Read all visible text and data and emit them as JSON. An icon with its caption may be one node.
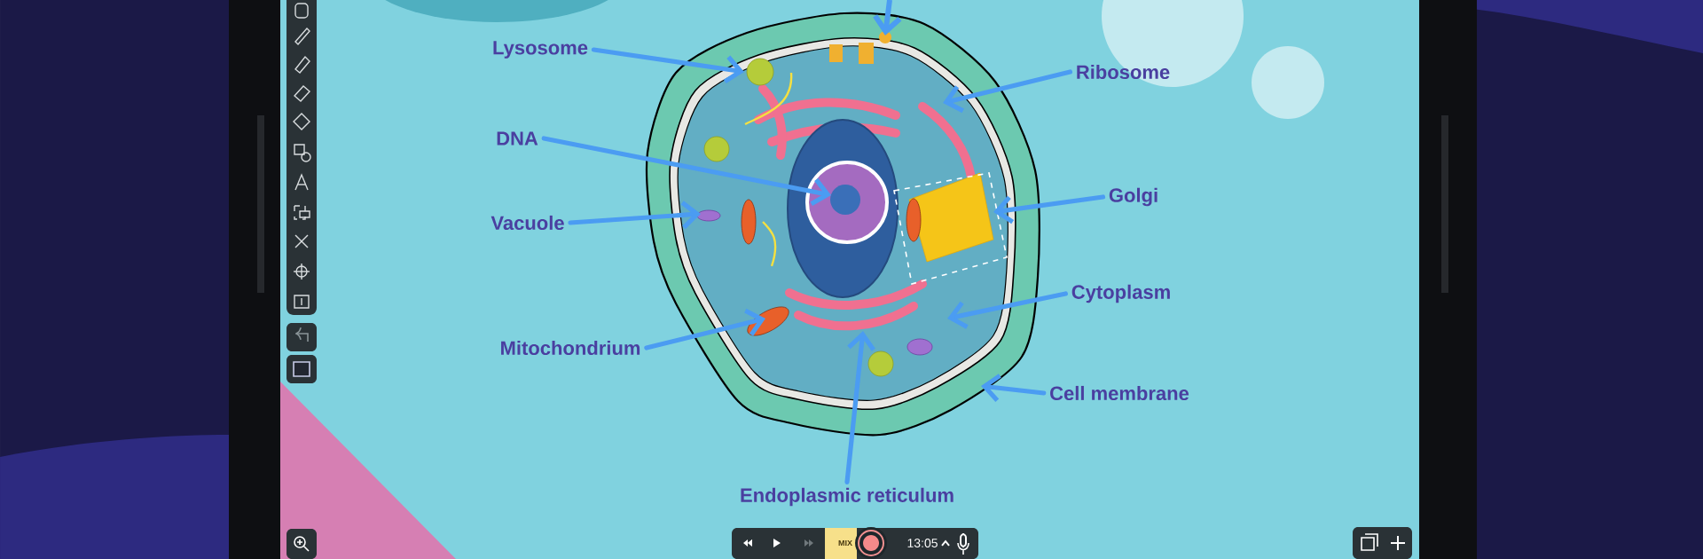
{
  "diagram": {
    "nodes": [
      {
        "text": [
          "Lysosome"
        ]
      },
      {
        "text": [
          "Ribosome"
        ]
      },
      {
        "text": [
          "DNA"
        ]
      },
      {
        "text": [
          "Golgi"
        ]
      },
      {
        "text": [
          "Vacuole"
        ]
      },
      {
        "text": [
          "Cytoplasm"
        ]
      },
      {
        "text": [
          "Mitochondrium"
        ]
      },
      {
        "text": [
          "Cell membrane"
        ]
      },
      {
        "text": [
          "Endoplasmic reticulum"
        ]
      }
    ],
    "edges": [
      {
        "from": 0,
        "to": null,
        "arrow": "to"
      },
      {
        "from": 1,
        "to": null,
        "arrow": "to"
      },
      {
        "from": 2,
        "to": null,
        "arrow": "to"
      },
      {
        "from": 3,
        "to": null,
        "arrow": "to"
      },
      {
        "from": 4,
        "to": null,
        "arrow": "to"
      },
      {
        "from": 5,
        "to": null,
        "arrow": "to"
      },
      {
        "from": 6,
        "to": null,
        "arrow": "to"
      },
      {
        "from": 7,
        "to": null,
        "arrow": "to"
      },
      {
        "from": 8,
        "to": null,
        "arrow": "to"
      }
    ],
    "labels": [
      "MIX",
      "13:05"
    ]
  }
}
